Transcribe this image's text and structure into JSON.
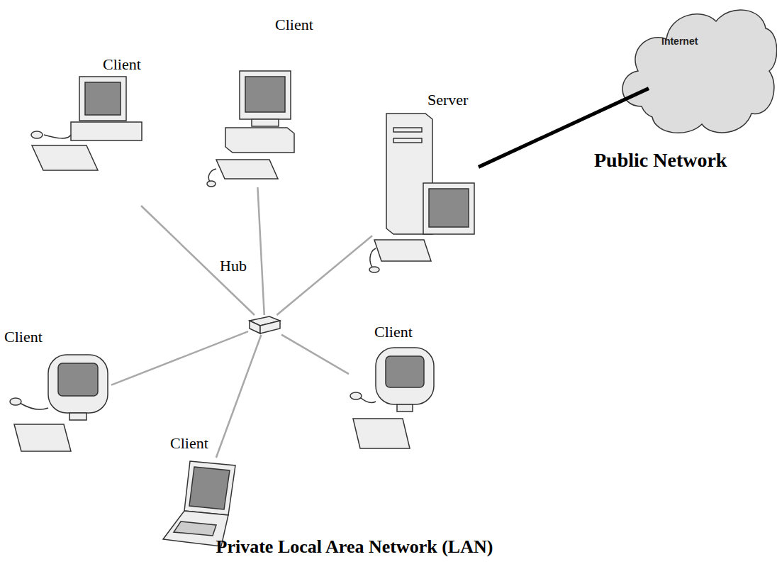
{
  "diagram": {
    "nodes": [
      {
        "text": [
          "Client"
        ]
      },
      {
        "text": [
          "Internet"
        ]
      },
      {
        "text": [
          "Client"
        ]
      },
      {
        "text": [
          "Server"
        ]
      },
      {
        "text": [
          "Hub"
        ]
      },
      {
        "text": [
          "Client"
        ]
      },
      {
        "text": [
          "Client"
        ]
      },
      {
        "text": [
          "Client"
        ]
      }
    ],
    "edges": [
      {
        "from": 4,
        "to": 0,
        "arrow": "none"
      },
      {
        "from": 4,
        "to": 2,
        "arrow": "none"
      },
      {
        "from": 4,
        "to": 3,
        "arrow": "none"
      },
      {
        "from": 4,
        "to": 5,
        "arrow": "none"
      },
      {
        "from": 4,
        "to": 6,
        "arrow": "none"
      },
      {
        "from": 4,
        "to": 7,
        "arrow": "none"
      },
      {
        "from": 3,
        "to": 1,
        "arrow": "none"
      }
    ],
    "labels": [
      "Public Network",
      "Private Local Area Network (LAN)"
    ]
  }
}
